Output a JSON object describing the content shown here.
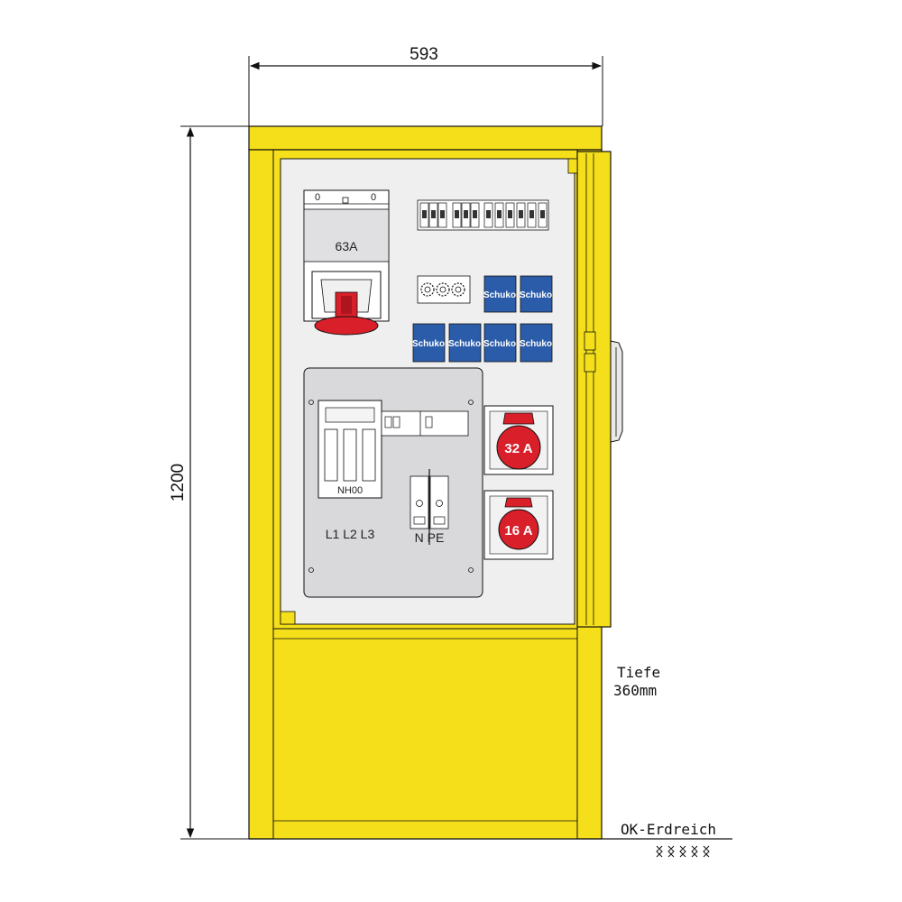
{
  "dimensions": {
    "width": "593",
    "height": "1200"
  },
  "main_switch": {
    "position_left": "0",
    "position_right": "0",
    "rating": "63A"
  },
  "sockets": {
    "schuko_label": "Schuko",
    "plug_32": "32 A",
    "plug_16": "16 A"
  },
  "fuse_block": {
    "fuse_type": "NH00",
    "phases": "L1 L2 L3",
    "neutral_pe": "N PE"
  },
  "notes": {
    "depth_line1": "Tiefe",
    "depth_line2": "360mm",
    "ground_level": "OK-Erdreich"
  },
  "colors": {
    "cabinet_yellow": "#f5df1a",
    "panel_grey": "#efeff0",
    "inner_plate": "#d9d9dc",
    "schuko_blue": "#2a5caa",
    "cee_red": "#d81f2a"
  }
}
